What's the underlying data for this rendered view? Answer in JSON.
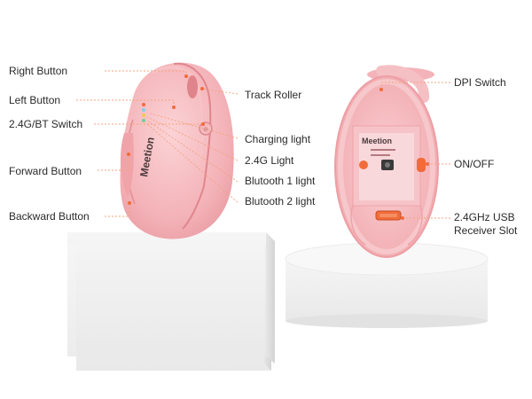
{
  "colors": {
    "pink_light": "#f9c6c9",
    "pink_mid": "#f2a9ae",
    "pink_dark": "#e58f96",
    "accent_orange": "#f26b3a",
    "leader_line": "#f4a37c",
    "pedestal": "#f2f2f2",
    "pedestal_shadow": "#d9d9d9",
    "text": "#2a2a2a"
  },
  "brand": "Meetion",
  "left_labels": {
    "right_button": "Right Button",
    "left_button": "Left Button",
    "switch_24g_bt": "2.4G/BT Switch",
    "forward_button": "Forward Button",
    "backward_button": "Backward Button"
  },
  "middle_labels": {
    "track_roller": "Track Roller",
    "charging_light": "Charging light",
    "light_24g": "2.4G Light",
    "bt1_light": "Blutooth 1 light",
    "bt2_light": "Blutooth 2 light"
  },
  "right_labels": {
    "dpi_switch": "DPI Switch",
    "on_off": "ON/OFF",
    "receiver_line1": "2.4GHz USB",
    "receiver_line2": "Receiver Slot"
  },
  "icons": {
    "mouse_side": "ergonomic-vertical-mouse-side-view",
    "mouse_bottom": "mouse-bottom-view",
    "pedestal": "display-pedestal"
  }
}
